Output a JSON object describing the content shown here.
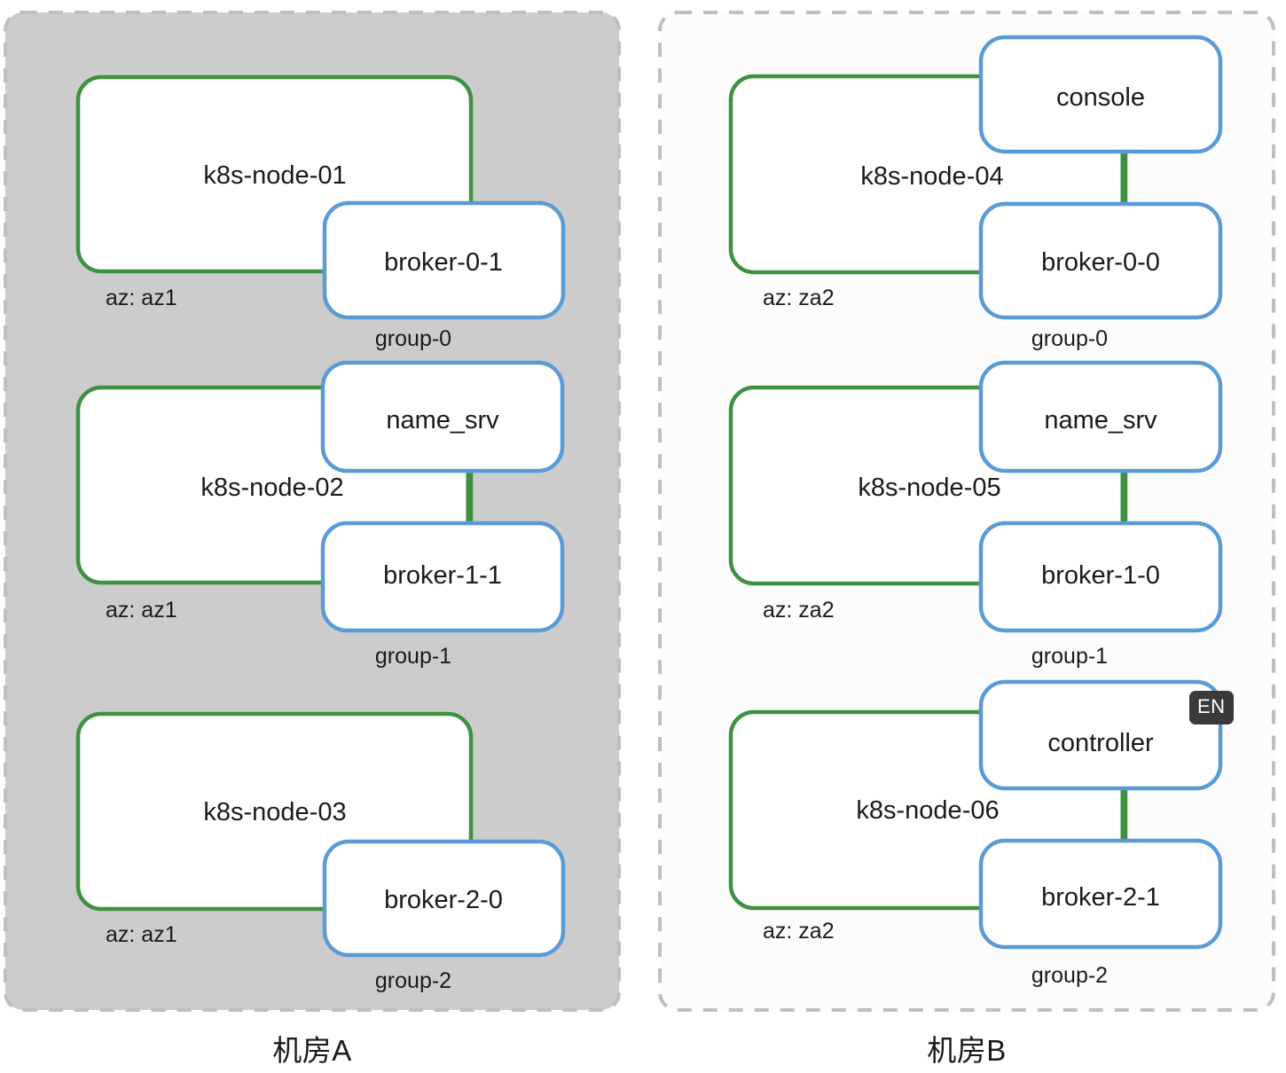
{
  "diagram": {
    "title_visible": false,
    "colors": {
      "node_border_green": "#3d9140",
      "pod_border_blue": "#5b9bd5",
      "zone_a_fill": "#cccccc",
      "zone_b_fill": "#fcfcfc",
      "zone_dashed_border": "#bfbfbf",
      "pod_fill": "#ffffff",
      "node_fill": "#ffffff",
      "text": "#1a1a1a",
      "badge_bg": "#3a3a3a",
      "badge_text": "#ffffff"
    },
    "zones": [
      {
        "id": "zone-a",
        "label": "机房A",
        "fill": "#cccccc",
        "nodes": [
          {
            "id": "k8s-node-01",
            "label": "k8s-node-01",
            "az_label": "az: az1",
            "pods": [
              {
                "id": "broker-0-1",
                "label": "broker-0-1",
                "group_label": "group-0"
              }
            ]
          },
          {
            "id": "k8s-node-02",
            "label": "k8s-node-02",
            "az_label": "az: az1",
            "pods": [
              {
                "id": "name_srv-a",
                "label": "name_srv",
                "group_label": ""
              },
              {
                "id": "broker-1-1",
                "label": "broker-1-1",
                "group_label": "group-1"
              }
            ]
          },
          {
            "id": "k8s-node-03",
            "label": "k8s-node-03",
            "az_label": "az: az1",
            "pods": [
              {
                "id": "broker-2-0",
                "label": "broker-2-0",
                "group_label": "group-2"
              }
            ]
          }
        ]
      },
      {
        "id": "zone-b",
        "label": "机房B",
        "fill": "#fcfcfc",
        "nodes": [
          {
            "id": "k8s-node-04",
            "label": "k8s-node-04",
            "az_label": "az: za2",
            "pods": [
              {
                "id": "console",
                "label": "console",
                "group_label": ""
              },
              {
                "id": "broker-0-0",
                "label": "broker-0-0",
                "group_label": "group-0"
              }
            ]
          },
          {
            "id": "k8s-node-05",
            "label": "k8s-node-05",
            "az_label": "az: za2",
            "pods": [
              {
                "id": "name_srv-b",
                "label": "name_srv",
                "group_label": ""
              },
              {
                "id": "broker-1-0",
                "label": "broker-1-0",
                "group_label": "group-1"
              }
            ]
          },
          {
            "id": "k8s-node-06",
            "label": "k8s-node-06",
            "az_label": "az: za2",
            "pods": [
              {
                "id": "controller",
                "label": "controller",
                "group_label": ""
              },
              {
                "id": "broker-2-1",
                "label": "broker-2-1",
                "group_label": "group-2"
              }
            ]
          }
        ]
      }
    ],
    "overlay_badge": {
      "label": "EN"
    }
  }
}
